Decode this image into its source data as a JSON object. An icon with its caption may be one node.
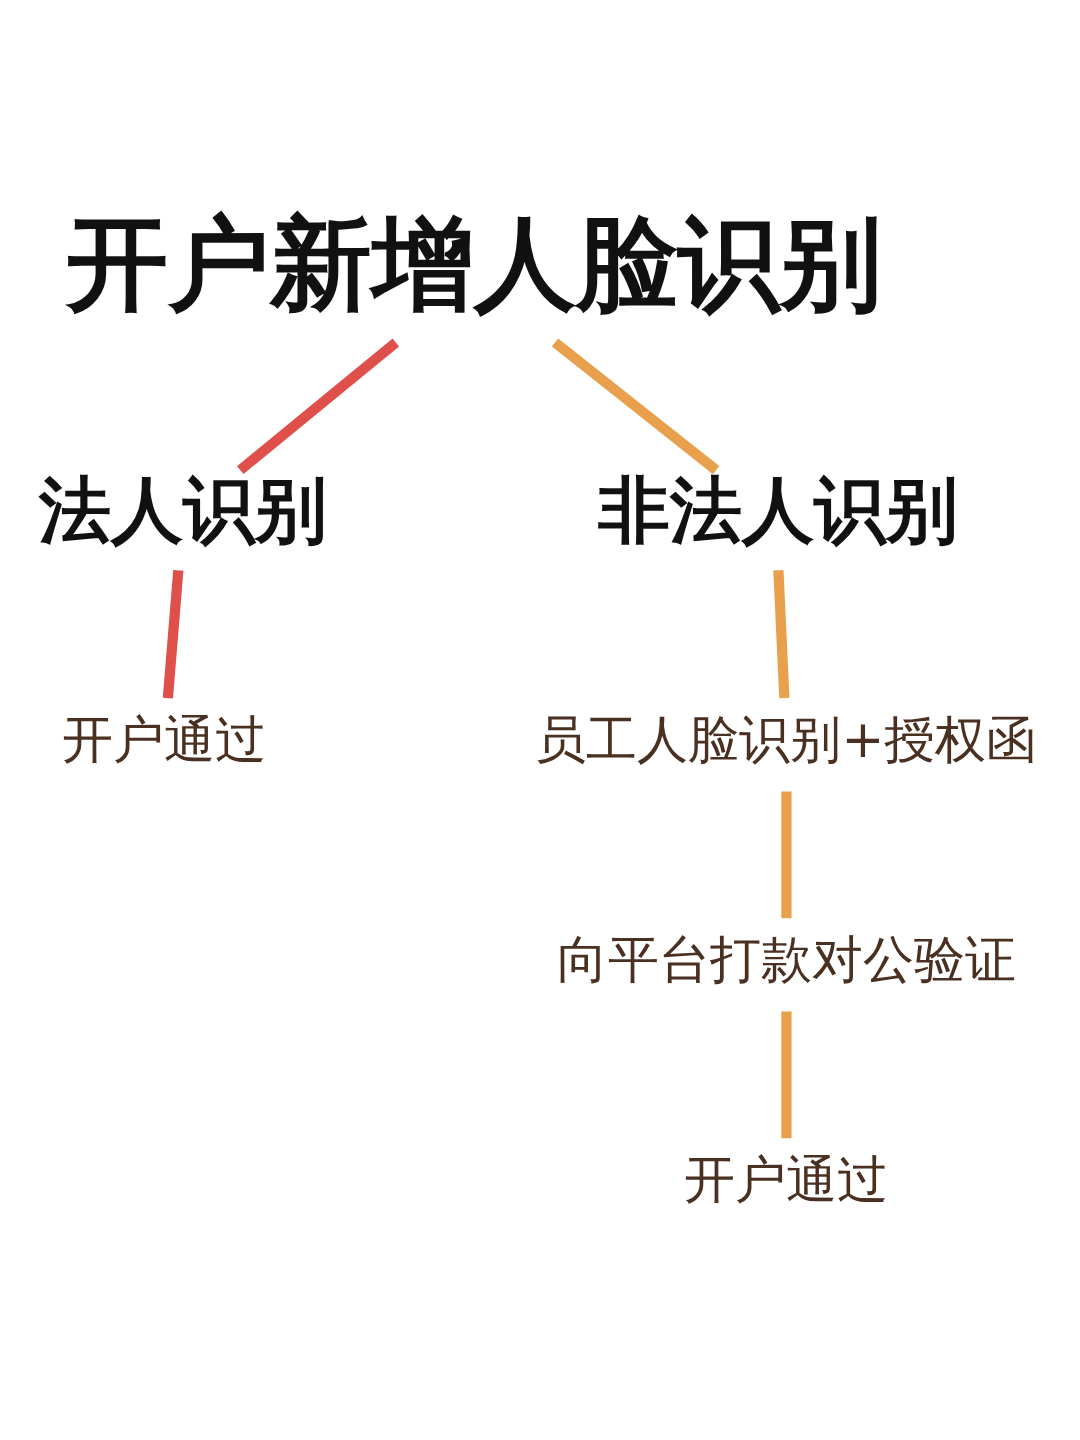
{
  "diagram": {
    "nodes": [
      {
        "text": [
          "开户新增人脸识别"
        ]
      },
      {
        "text": [
          "法人识别"
        ]
      },
      {
        "text": [
          "非法人识别"
        ]
      },
      {
        "text": [
          "开户通过"
        ]
      },
      {
        "text": [
          "员工人脸识别+授权函"
        ]
      },
      {
        "text": [
          "向平台打款对公验证"
        ]
      },
      {
        "text": [
          "开户通过"
        ]
      }
    ],
    "edges": [
      {
        "from": 0,
        "to": 1,
        "arrow": "none",
        "color": "#e0504a"
      },
      {
        "from": 0,
        "to": 2,
        "arrow": "none"
      },
      {
        "from": 1,
        "to": 3,
        "arrow": "none",
        "color": "#e0504a"
      },
      {
        "from": 2,
        "to": 4,
        "arrow": "none"
      },
      {
        "from": 4,
        "to": 5,
        "arrow": "none"
      },
      {
        "from": 5,
        "to": 6,
        "arrow": "none"
      }
    ]
  }
}
